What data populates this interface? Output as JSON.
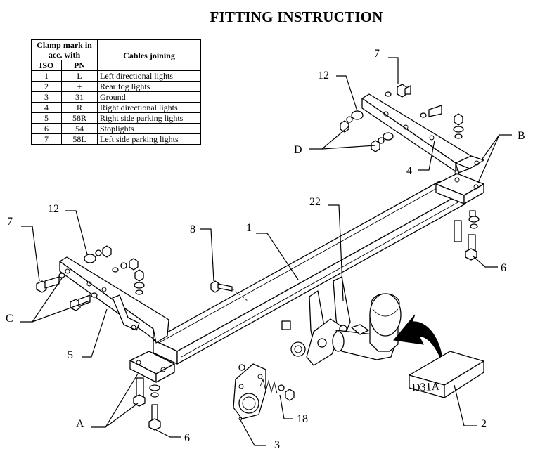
{
  "title": "FITTING INSTRUCTION",
  "legend": {
    "header_group": "Clamp mark in acc. with",
    "header_iso": "ISO",
    "header_pn": "PN",
    "header_cables": "Cables joining",
    "rows": [
      {
        "iso": "1",
        "pn": "L",
        "desc": "Left directional lights"
      },
      {
        "iso": "2",
        "pn": "+",
        "desc": "Rear fog lights"
      },
      {
        "iso": "3",
        "pn": "31",
        "desc": "Ground"
      },
      {
        "iso": "4",
        "pn": "R",
        "desc": "Right directional lights"
      },
      {
        "iso": "5",
        "pn": "58R",
        "desc": "Right side parking lights"
      },
      {
        "iso": "6",
        "pn": "54",
        "desc": "Stoplights"
      },
      {
        "iso": "7",
        "pn": "58L",
        "desc": "Left side parking lights"
      }
    ]
  },
  "callouts": {
    "c7_top": "7",
    "c12_top": "12",
    "cB": "B",
    "cD": "D",
    "c4": "4",
    "c22": "22",
    "c1": "1",
    "c8": "8",
    "c12_left": "12",
    "c7_left": "7",
    "cC": "C",
    "c5": "5",
    "c6_right": "6",
    "cA": "A",
    "c6_bottom": "6",
    "c3": "3",
    "c18": "18",
    "c2": "2"
  },
  "box_label": "D31A"
}
